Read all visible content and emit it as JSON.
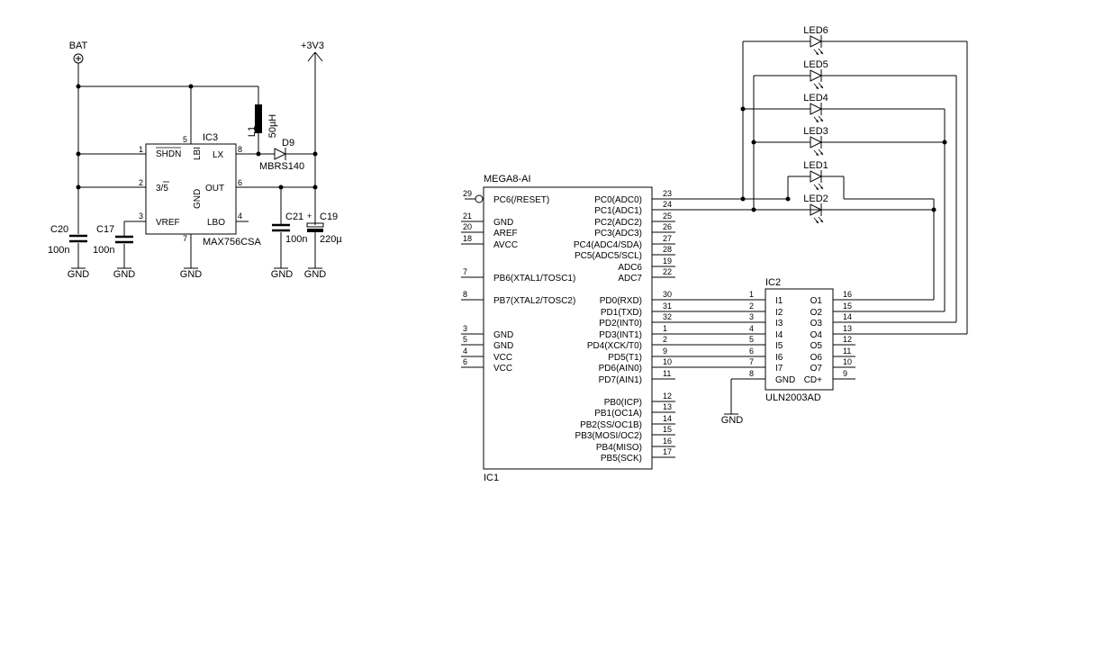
{
  "power": {
    "bat_label": "BAT",
    "v3_label": "+3V3",
    "gnd_label": "GND"
  },
  "ic3": {
    "name": "IC3",
    "value": "MAX756CSA",
    "pins": {
      "shdn": "SHDN",
      "lbi": "LBI",
      "lx": "LX",
      "sel": "3/5",
      "out": "OUT",
      "vref": "VREF",
      "gnd": "GND",
      "lbo": "LBO"
    },
    "pin_numbers": {
      "shdn": "1",
      "sel": "2",
      "vref": "3",
      "lbo": "4",
      "lbi": "5",
      "out": "6",
      "gnd": "7",
      "lx": "8"
    }
  },
  "l1": {
    "name": "L1",
    "value": "50µH"
  },
  "d9": {
    "name": "D9",
    "value": "MBRS140"
  },
  "caps": {
    "c20": {
      "name": "C20",
      "value": "100n"
    },
    "c17": {
      "name": "C17",
      "value": "100n"
    },
    "c21": {
      "name": "C21",
      "value": "100n"
    },
    "c19": {
      "name": "C19",
      "value": "220µ"
    }
  },
  "ic1": {
    "value": "MEGA8-AI",
    "name": "IC1",
    "left_pins": [
      {
        "num": "29",
        "label": "PC6(/RESET)"
      },
      {
        "num": "21",
        "label": "GND"
      },
      {
        "num": "20",
        "label": "AREF"
      },
      {
        "num": "18",
        "label": "AVCC"
      },
      {
        "num": "7",
        "label": "PB6(XTAL1/TOSC1)"
      },
      {
        "num": "8",
        "label": "PB7(XTAL2/TOSC2)"
      },
      {
        "num": "3",
        "label": "GND"
      },
      {
        "num": "5",
        "label": "GND"
      },
      {
        "num": "4",
        "label": "VCC"
      },
      {
        "num": "6",
        "label": "VCC"
      }
    ],
    "right_pins": [
      {
        "num": "23",
        "label": "PC0(ADC0)"
      },
      {
        "num": "24",
        "label": "PC1(ADC1)"
      },
      {
        "num": "25",
        "label": "PC2(ADC2)"
      },
      {
        "num": "26",
        "label": "PC3(ADC3)"
      },
      {
        "num": "27",
        "label": "PC4(ADC4/SDA)"
      },
      {
        "num": "28",
        "label": "PC5(ADC5/SCL)"
      },
      {
        "num": "19",
        "label": "ADC6"
      },
      {
        "num": "22",
        "label": "ADC7"
      },
      {
        "num": "30",
        "label": "PD0(RXD)"
      },
      {
        "num": "31",
        "label": "PD1(TXD)"
      },
      {
        "num": "32",
        "label": "PD2(INT0)"
      },
      {
        "num": "1",
        "label": "PD3(INT1)"
      },
      {
        "num": "2",
        "label": "PD4(XCK/T0)"
      },
      {
        "num": "9",
        "label": "PD5(T1)"
      },
      {
        "num": "10",
        "label": "PD6(AIN0)"
      },
      {
        "num": "11",
        "label": "PD7(AIN1)"
      },
      {
        "num": "12",
        "label": "PB0(ICP)"
      },
      {
        "num": "13",
        "label": "PB1(OC1A)"
      },
      {
        "num": "14",
        "label": "PB2(SS/OC1B)"
      },
      {
        "num": "15",
        "label": "PB3(MOSI/OC2)"
      },
      {
        "num": "16",
        "label": "PB4(MISO)"
      },
      {
        "num": "17",
        "label": "PB5(SCK)"
      }
    ]
  },
  "ic2": {
    "name": "IC2",
    "value": "ULN2003AD",
    "left_pins": [
      {
        "num": "1",
        "label": "I1"
      },
      {
        "num": "2",
        "label": "I2"
      },
      {
        "num": "3",
        "label": "I3"
      },
      {
        "num": "4",
        "label": "I4"
      },
      {
        "num": "5",
        "label": "I5"
      },
      {
        "num": "6",
        "label": "I6"
      },
      {
        "num": "7",
        "label": "I7"
      },
      {
        "num": "8",
        "label": "GND"
      }
    ],
    "right_pins": [
      {
        "num": "16",
        "label": "O1"
      },
      {
        "num": "15",
        "label": "O2"
      },
      {
        "num": "14",
        "label": "O3"
      },
      {
        "num": "13",
        "label": "O4"
      },
      {
        "num": "12",
        "label": "O5"
      },
      {
        "num": "11",
        "label": "O6"
      },
      {
        "num": "10",
        "label": "O7"
      },
      {
        "num": "9",
        "label": "CD+"
      }
    ]
  },
  "leds": [
    "LED6",
    "LED5",
    "LED4",
    "LED3",
    "LED1",
    "LED2"
  ]
}
